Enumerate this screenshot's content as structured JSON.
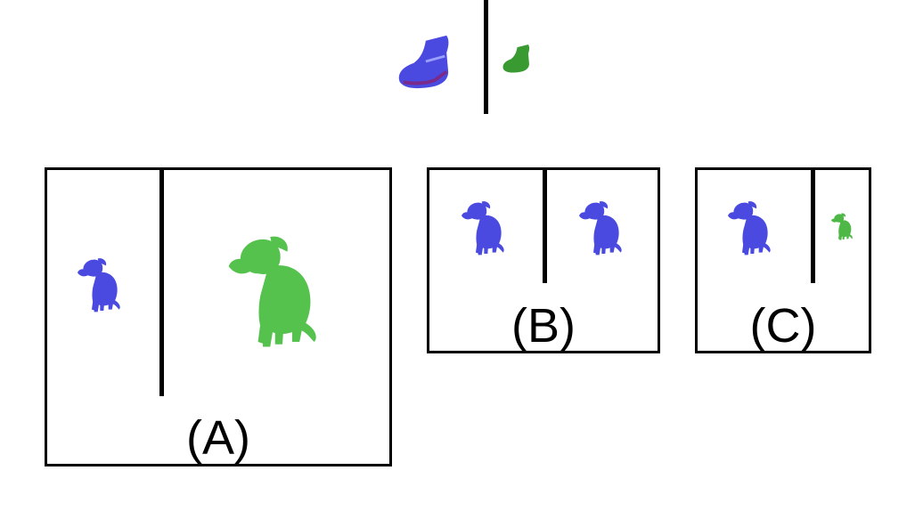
{
  "colors": {
    "blue_render": "#4a4ae0",
    "blue_shade": "#3030b8",
    "green_render": "#4fc24a",
    "green_shade": "#2f9a2e",
    "stroke": "#000000"
  },
  "reference": {
    "left_object": "shoe-icon",
    "right_object": "shoe-icon",
    "left_color": "blue",
    "right_color": "green"
  },
  "panels": [
    {
      "id": "A",
      "label": "(A)",
      "left_object": "dog-icon",
      "right_object": "dog-icon"
    },
    {
      "id": "B",
      "label": "(B)",
      "left_object": "dog-icon",
      "right_object": "dog-icon"
    },
    {
      "id": "C",
      "label": "(C)",
      "left_object": "dog-icon",
      "right_object": "dog-icon"
    }
  ]
}
